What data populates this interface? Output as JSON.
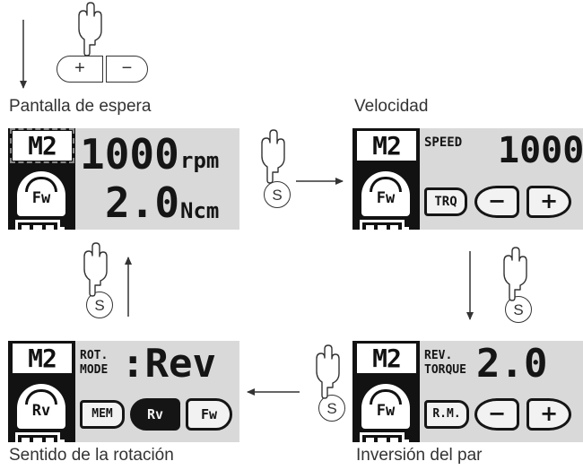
{
  "captions": {
    "standby": "Pantalla de espera",
    "speed": "Velocidad",
    "torque_reverse": "Inversión del par",
    "rotation": "Sentido de la rotación"
  },
  "buttons": {
    "s": "S",
    "plus": "+",
    "minus": "−"
  },
  "screens": {
    "standby": {
      "mode": "M2",
      "direction": "Fw",
      "speed_value": "1000",
      "speed_unit": "rpm",
      "torque_value": "2.0",
      "torque_unit": "Ncm"
    },
    "speed": {
      "mode": "M2",
      "direction": "Fw",
      "label": "SPEED",
      "value": "1000",
      "tab": "TRQ",
      "minus": "−",
      "plus": "+"
    },
    "torque_reverse": {
      "mode": "M2",
      "direction": "Fw",
      "label_line1": "REV.",
      "label_line2": "TORQUE",
      "value": "2.0",
      "tab": "R.M.",
      "minus": "−",
      "plus": "+"
    },
    "rotation": {
      "mode": "M2",
      "direction": "Rv",
      "label_line1": "ROT.",
      "label_line2": "MODE",
      "value": ":Rev",
      "tab_mem": "MEM",
      "tab_rv": "Rv",
      "tab_fw": "Fw"
    }
  }
}
